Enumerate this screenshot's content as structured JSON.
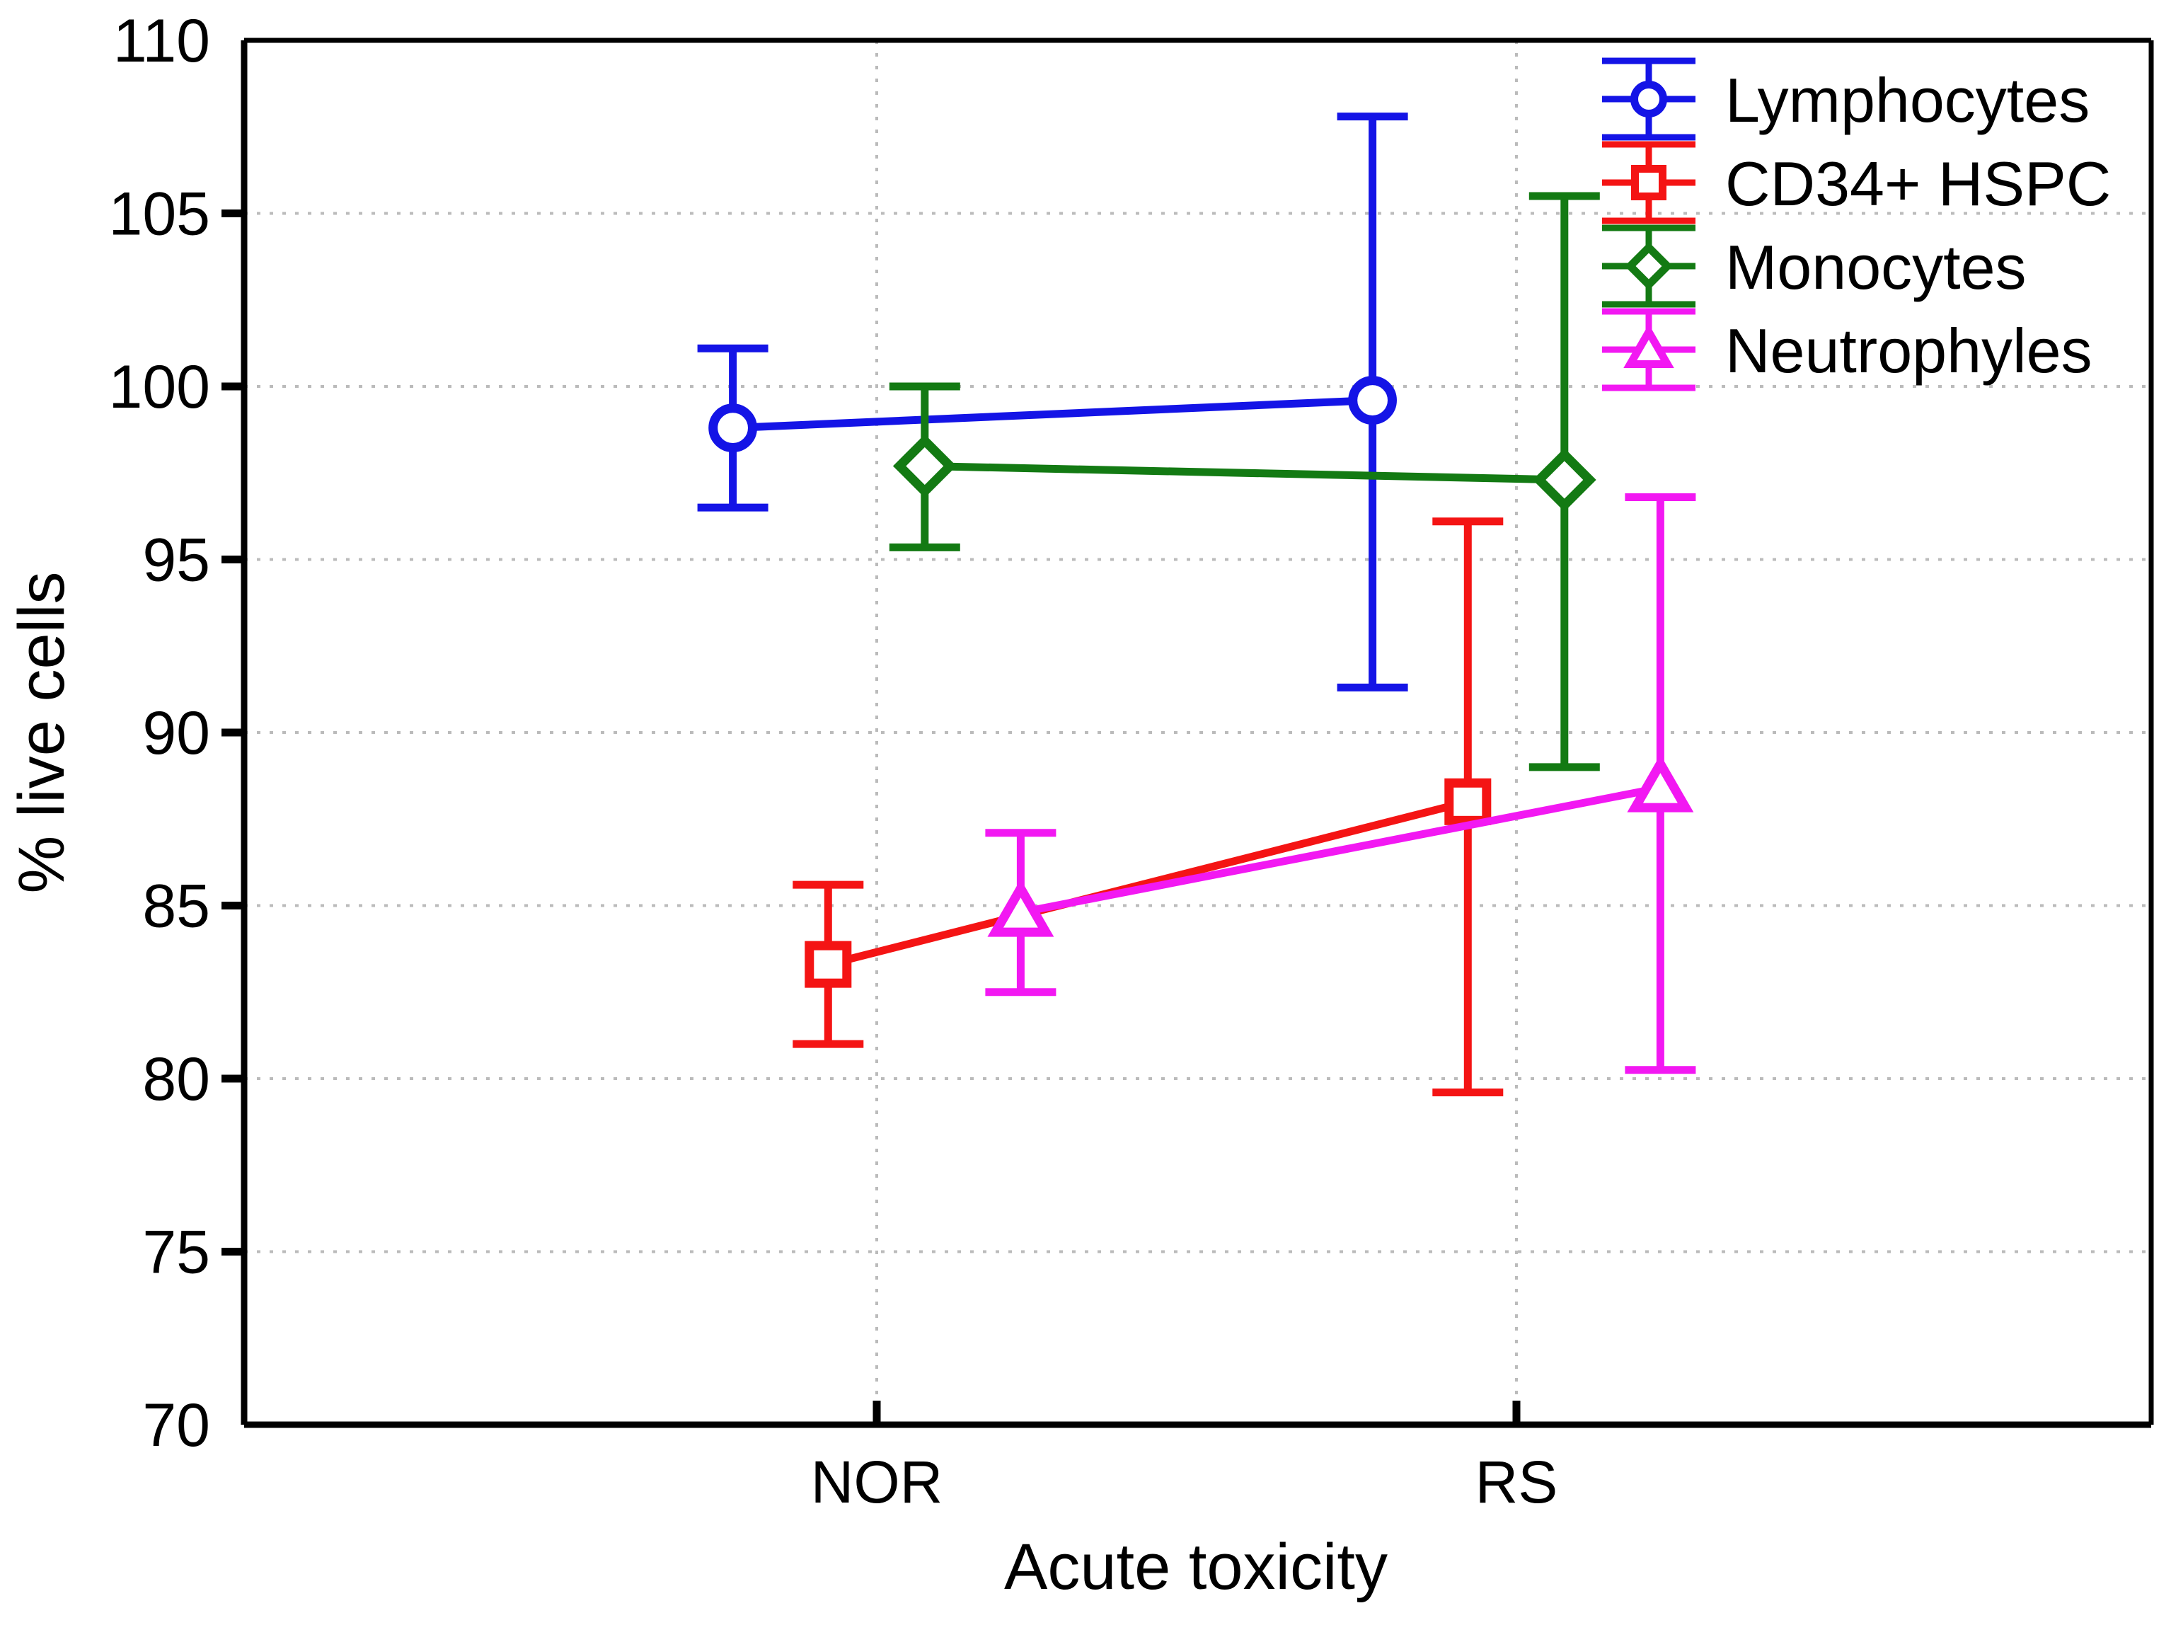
{
  "chart_data": {
    "type": "line",
    "title": "",
    "xlabel": "Acute toxicity",
    "ylabel": "% live cells",
    "categories": [
      "NOR",
      "RS"
    ],
    "ylim": [
      70,
      110
    ],
    "ytick_labels": [
      "110",
      "105",
      "100",
      "95",
      "90",
      "85",
      "80",
      "75",
      "70"
    ],
    "yticks": [
      110,
      105,
      100,
      95,
      90,
      85,
      80,
      75,
      70
    ],
    "grid": "horizontal-and-vertical-dotted",
    "legend_position": "top-right",
    "error_bars": "mean with 95% CI",
    "series": [
      {
        "name": "Lymphocytes",
        "color": "#1414e6",
        "marker": "circle",
        "values": [
          98.8,
          99.6
        ],
        "err_low": [
          96.5,
          91.3
        ],
        "err_high": [
          101.1,
          107.8
        ],
        "x_offset": [
          -0.225,
          -0.225
        ]
      },
      {
        "name": "CD34+ HSPC",
        "color": "#f41414",
        "marker": "square",
        "values": [
          83.3,
          88.0
        ],
        "err_low": [
          81.0,
          79.6
        ],
        "err_high": [
          85.6,
          96.1
        ],
        "x_offset": [
          -0.076,
          -0.076
        ]
      },
      {
        "name": "Monocytes",
        "color": "#137a13",
        "marker": "diamond",
        "values": [
          97.7,
          97.3
        ],
        "err_low": [
          95.35,
          89.0
        ],
        "err_high": [
          100.0,
          105.5
        ],
        "x_offset": [
          0.075,
          0.075
        ]
      },
      {
        "name": "Neutrophyles",
        "color": "#f218f2",
        "marker": "triangle",
        "values": [
          84.8,
          88.4
        ],
        "err_low": [
          82.5,
          80.25
        ],
        "err_high": [
          87.1,
          96.8
        ],
        "x_offset": [
          0.225,
          0.225
        ]
      }
    ]
  },
  "axes": {
    "y_title": "% live cells",
    "x_title": "Acute toxicity"
  },
  "legend": {
    "entries": [
      {
        "label": "Lymphocytes",
        "color": "#1414e6",
        "marker": "circle"
      },
      {
        "label": "CD34+ HSPC",
        "color": "#f41414",
        "marker": "square"
      },
      {
        "label": "Monocytes",
        "color": "#137a13",
        "marker": "diamond"
      },
      {
        "label": "Neutrophyles",
        "color": "#f218f2",
        "marker": "triangle"
      }
    ]
  },
  "colors": {
    "lymphocytes": "#1414e6",
    "cd34": "#f41414",
    "monocytes": "#137a13",
    "neutrophyles": "#f218f2",
    "axis": "#000000",
    "grid": "#bbbbbb",
    "background": "#ffffff"
  }
}
